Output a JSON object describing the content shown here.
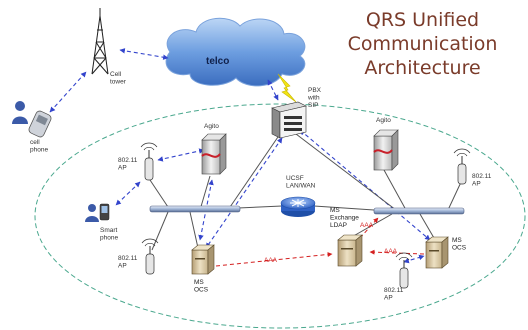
{
  "title_lines": [
    "QRS Unified",
    "Communication",
    "Architecture"
  ],
  "nodes": {
    "cell_tower": "Cell\ntower",
    "cell_phone": "cell\nphone",
    "telco": "telco",
    "pbx": "PBX\nwith\nSIP",
    "agito_left": "Agito",
    "agito_right": "Agito",
    "ap_top_left": "802.11\nAP",
    "ap_right": "802.11\nAP",
    "ap_bottom_left": "802.11\nAP",
    "ap_bottom_right": "802.11\nAP",
    "smartphone": "Smart\nphone",
    "ucsf_router": "UCSF\nLAN/WAN",
    "ms_exchange": "MS\nExchange\nLDAP",
    "ms_ocs_left": "MS\nOCS",
    "ms_ocs_right": "MS\nOCS"
  },
  "link_labels": {
    "aaa_1": "AAA",
    "aaa_2": "AAA",
    "aaa_3": "AAA"
  },
  "colors": {
    "title": "#7a3b2a",
    "dashed_link": "#3344cc",
    "aaa_link": "#d42020",
    "ellipse": "#4aa88e",
    "cloud": "#5b8fd6",
    "lightning": "#f2e414"
  }
}
